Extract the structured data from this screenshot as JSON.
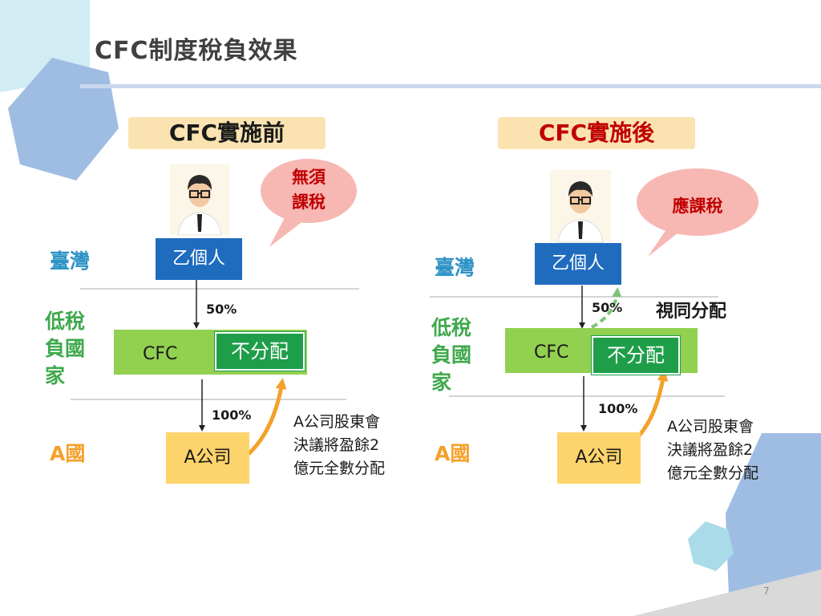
{
  "title": "CFC制度稅負效果",
  "page_number": "7",
  "colors": {
    "banner_bg": "#fbe3b1",
    "individual_box": "#1f6cbf",
    "cfc_band": "#92d050",
    "no_distribution_box": "#1f9e4a",
    "company_box": "#fdd36b",
    "region_taiwan": "#2f93c6",
    "region_lowtax": "#3fa94c",
    "region_a": "#f4a12a",
    "bubble_text": "#c00000",
    "arrow_orange": "#f4a12a",
    "arrow_green_dashed": "#7cc576"
  },
  "left": {
    "banner": "CFC實施前",
    "bubble": {
      "line1": "無須",
      "line2": "課稅"
    },
    "region_taiwan": "臺灣",
    "region_lowtax": {
      "line1": "低稅",
      "line2": "負國",
      "line3": "家"
    },
    "region_a": "A國",
    "individual": "乙個人",
    "cfc": "CFC",
    "no_distribution": "不分配",
    "company": "A公司",
    "pct_top": "50%",
    "pct_bottom": "100%",
    "note": {
      "line1": "A公司股東會",
      "line2": "決議將盈餘2",
      "line3": "億元全數分配"
    }
  },
  "right": {
    "banner": "CFC實施後",
    "bubble": {
      "line1": "應課稅"
    },
    "region_taiwan": "臺灣",
    "region_lowtax": {
      "line1": "低稅",
      "line2": "負國",
      "line3": "家"
    },
    "region_a": "A國",
    "individual": "乙個人",
    "cfc": "CFC",
    "no_distribution": "不分配",
    "company": "A公司",
    "pct_top": "50%",
    "pct_bottom": "100%",
    "deemed": "視同分配",
    "note": {
      "line1": "A公司股東會",
      "line2": "決議將盈餘2",
      "line3": "億元全數分配"
    }
  }
}
